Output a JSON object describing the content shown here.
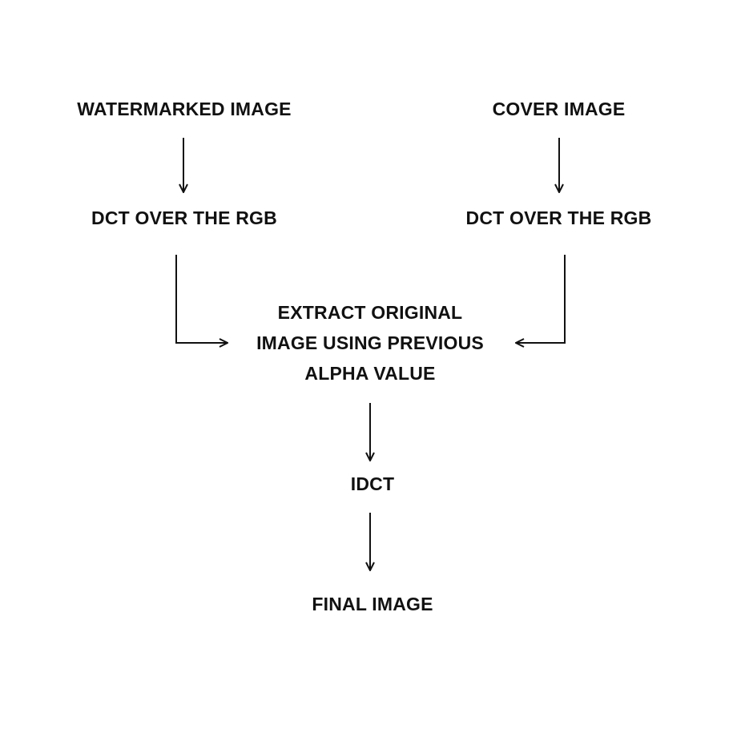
{
  "nodes": {
    "watermarked": "WATERMARKED IMAGE",
    "cover": "COVER IMAGE",
    "dct_left": "DCT OVER THE RGB",
    "dct_right": "DCT OVER THE RGB",
    "extract_lines": [
      "EXTRACT ORIGINAL",
      "IMAGE USING PREVIOUS",
      "ALPHA VALUE"
    ],
    "idct": "IDCT",
    "final": "FINAL IMAGE"
  },
  "colors": {
    "background": "#ffffff",
    "text": "#111111",
    "arrow": "#111111"
  }
}
